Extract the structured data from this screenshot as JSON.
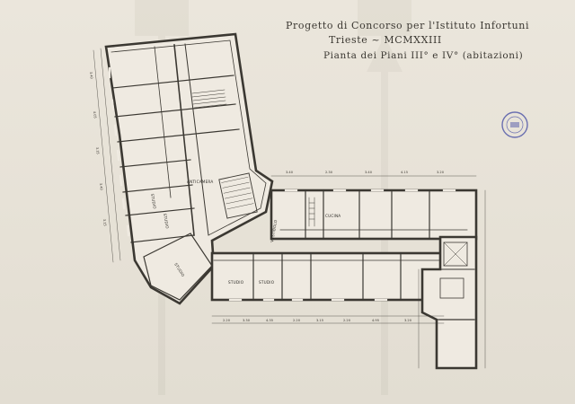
{
  "title": {
    "line1": "Progetto di Concorso per l'Istituto Infortuni",
    "line2": "Trieste ~ MCMXXIII",
    "line3": "Pianta dei Piani III° e IV° (abitazioni)"
  },
  "rooms": {
    "anticamera": "ANTICAMERA",
    "studio_1": "STUDIO",
    "studio_2": "STUDIO",
    "studio_3": "STUDIO",
    "studio_4": "STUDIO",
    "studio_5": "STUDIO",
    "cucina": "CUCINA",
    "vestibolo": "VESTIBOLO"
  },
  "dimensions": {
    "top_row": [
      "3.40",
      "2.30",
      "3.40",
      "4.15",
      "3.20"
    ],
    "bottom_row": [
      "2.20",
      "3.30",
      "4.35",
      "2.20",
      "3.15",
      "2.20",
      "4.95",
      "3.20"
    ],
    "left_col": [
      "3.40",
      "4.05",
      "3.35",
      "3.40",
      "3.15"
    ]
  },
  "colors": {
    "paper": "#e7e2d8",
    "ink": "#3b3832",
    "wall_fill": "#f1ede4",
    "stamp": "#6a6fb0"
  }
}
